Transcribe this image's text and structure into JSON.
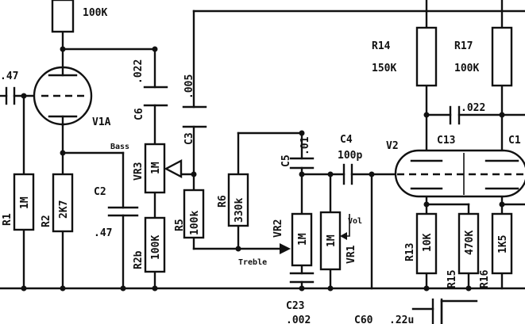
{
  "labels": {
    "r_top_value": "100K",
    "c_in_value": ".47",
    "c6_name": "C6",
    "c6_value": ".022",
    "c3_name": "C3",
    "c3_value": ".005",
    "v1a_name": "V1A",
    "bass_label": "Bass",
    "vr3_name": "VR3",
    "vr3_value": "1M",
    "c2_name": "C2",
    "c2_value": ".47",
    "r1_name": "R1",
    "r1_value": "1M",
    "r2_name": "R2",
    "r2_value": "2K7",
    "r2b_name": "R2b",
    "r2b_value": "100K",
    "r5_name": "R5",
    "r5_value": "100k",
    "r6_name": "R6",
    "r6_value": "330k",
    "c5_name": "C5",
    "c5_value": ".01",
    "c4_name": "C4",
    "c4_value": "100p",
    "vr2_name": "VR2",
    "vr2_value": "1M",
    "treble_label": "Treble",
    "vr1_name": "VR1",
    "vr1_value": "1M",
    "vol_label": "Vol",
    "v2_name": "V2",
    "r14_name": "R14",
    "r14_value": "150K",
    "r17_name": "R17",
    "r17_value": "100K",
    "c_v2_value": ".022",
    "c13_name": "C13",
    "c1x_name": "C1",
    "r13_name": "R13",
    "r13_value": "10K",
    "r15_name": "R15",
    "r15_value": "470K",
    "r16_name": "R16",
    "r16_value": "1K5",
    "c23_name": "C23",
    "c23_value": ".002",
    "c60_name": "C60",
    "c60_value": ".22u"
  }
}
